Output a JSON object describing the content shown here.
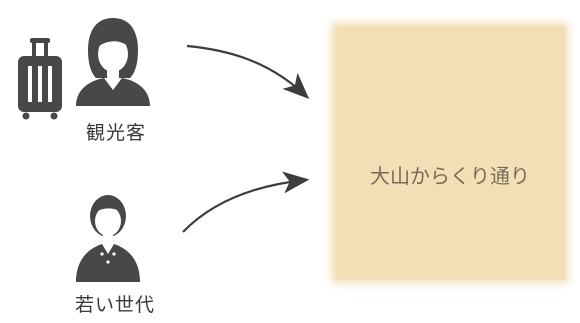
{
  "colors": {
    "figure": "#484848",
    "arrow": "#3d3d3d",
    "box": "#f2dfb6",
    "box_text": "#7a6a55",
    "label_text": "#3a3a3a"
  },
  "people": [
    {
      "label": "観光客",
      "icon": "woman-silhouette-icon",
      "accessory_icon": "suitcase-icon"
    },
    {
      "label": "若い世代",
      "icon": "young-person-silhouette-icon"
    }
  ],
  "destination": {
    "label": "大山からくり通り"
  }
}
